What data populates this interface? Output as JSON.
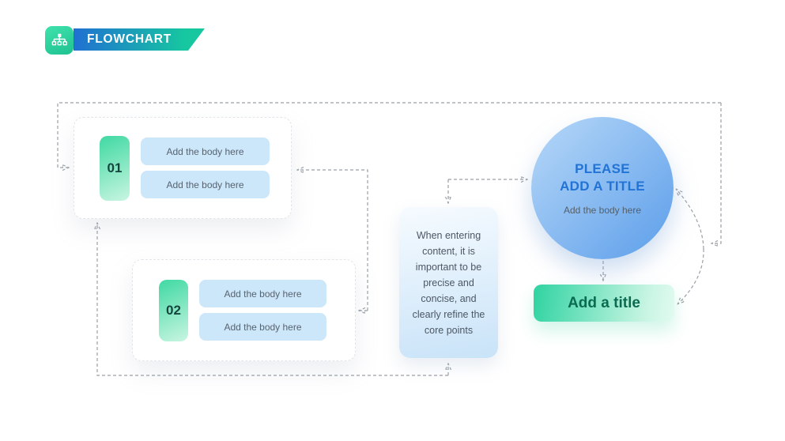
{
  "header": {
    "title": "FLOWCHART",
    "icon": "sitemap-icon"
  },
  "cards": [
    {
      "number": "01",
      "rows": [
        "Add the body here",
        "Add the body here"
      ]
    },
    {
      "number": "02",
      "rows": [
        "Add the body here",
        "Add the body here"
      ]
    }
  ],
  "note": {
    "text": "When entering content, it is important to be precise and concise, and clearly refine the core points"
  },
  "circle": {
    "title_line1": "PLEASE",
    "title_line2": "ADD A TITLE",
    "body": "Add the body here"
  },
  "title_button": {
    "label": "Add a title"
  },
  "colors": {
    "accent_green": "#2fd3a1",
    "accent_blue": "#2273d6",
    "row_blue": "#cde7fa",
    "connector_gray": "#9aa1a8",
    "number_text": "#14463e",
    "button_text": "#0b6b50"
  }
}
